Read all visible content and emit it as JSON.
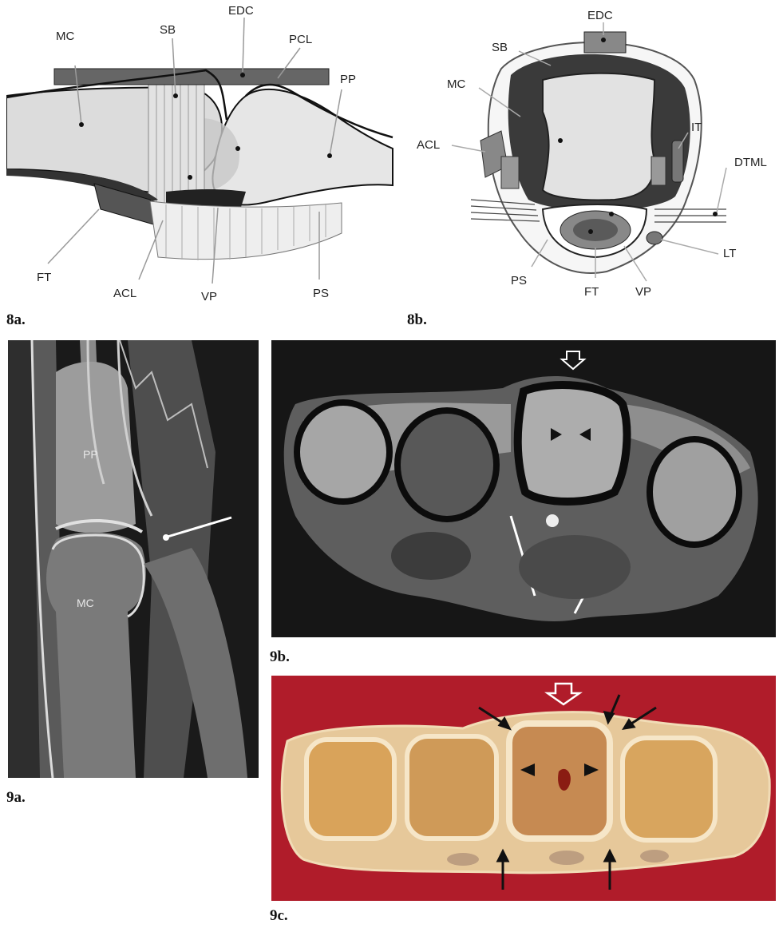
{
  "figure8a": {
    "caption": "8a.",
    "labels": {
      "mc": "MC",
      "sb": "SB",
      "edc": "EDC",
      "pcl": "PCL",
      "pp": "PP",
      "ft": "FT",
      "acl": "ACL",
      "vp": "VP",
      "ps": "PS"
    }
  },
  "figure8b": {
    "caption": "8b.",
    "labels": {
      "edc": "EDC",
      "sb": "SB",
      "mc": "MC",
      "it": "IT",
      "acl": "ACL",
      "dtml": "DTML",
      "lt": "LT",
      "ps": "PS",
      "ft": "FT",
      "vp": "VP"
    }
  },
  "figure9a": {
    "caption": "9a.",
    "labels": {
      "pp": "PP",
      "mc": "MC"
    }
  },
  "figure9b": {
    "caption": "9b."
  },
  "figure9c": {
    "caption": "9c."
  },
  "colors": {
    "background": "#ffffff",
    "mri": "#1a1a1a",
    "specimen_bg": "#b01c2a"
  }
}
